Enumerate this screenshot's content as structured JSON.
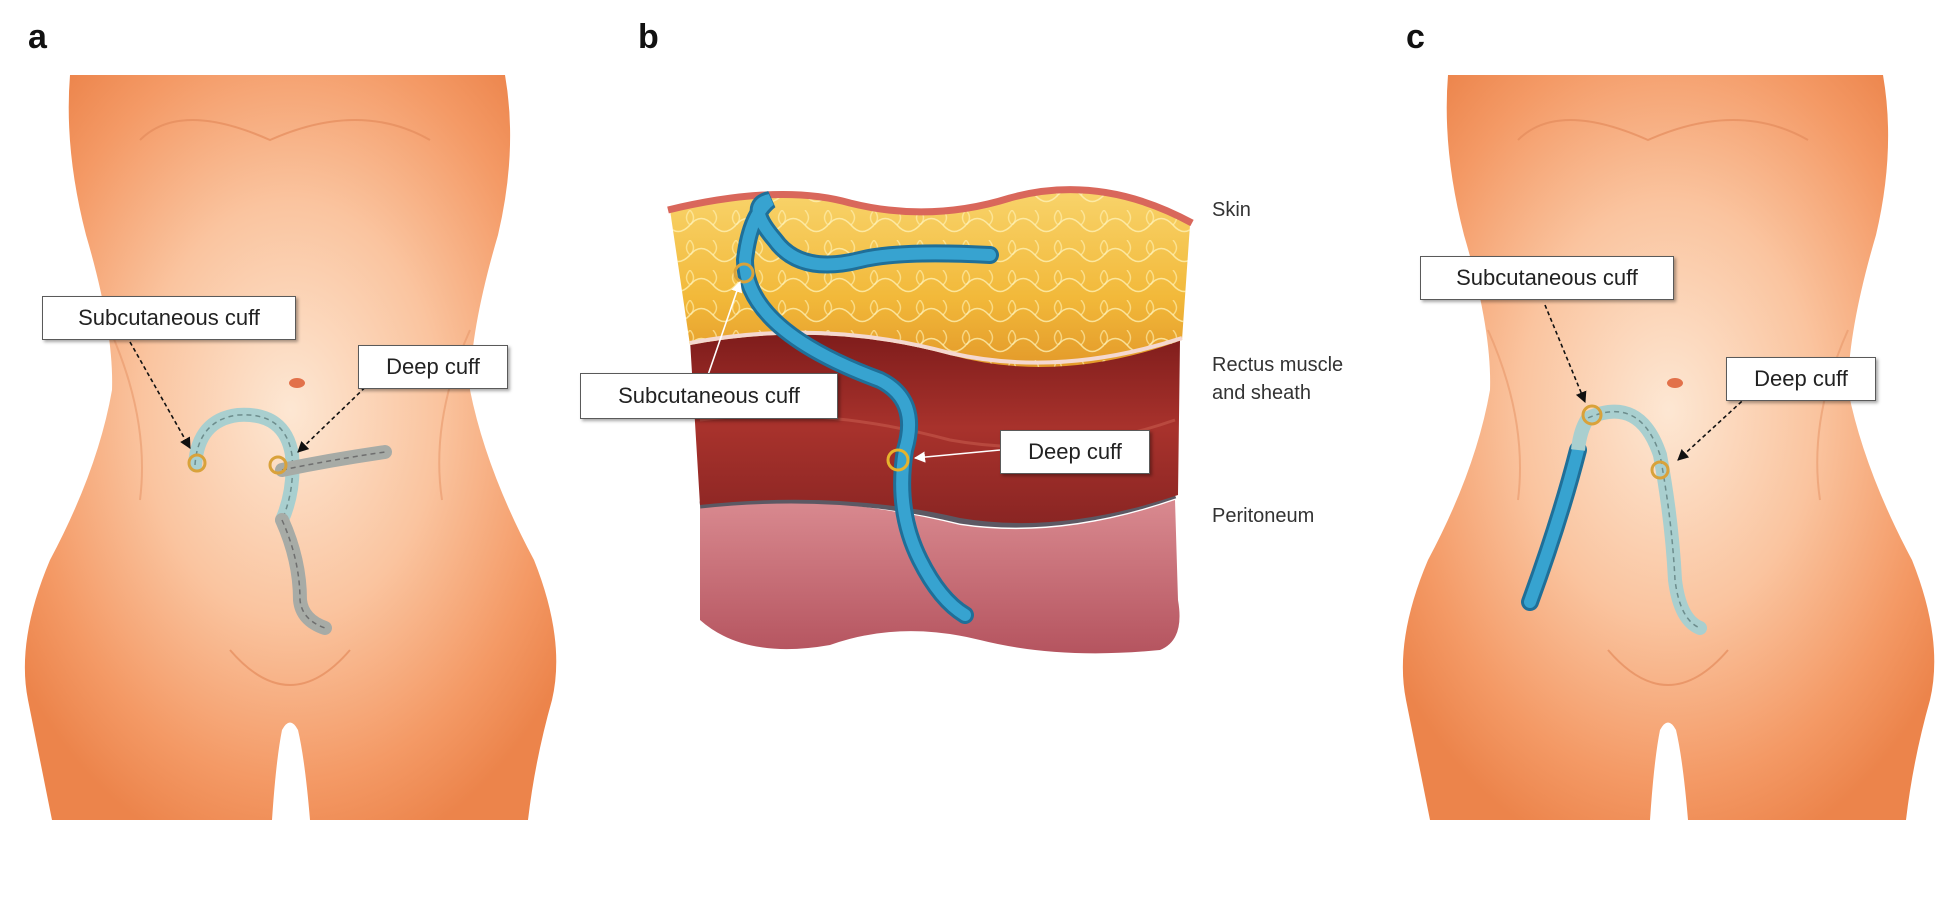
{
  "panels": {
    "a": {
      "letter": "a",
      "callouts": {
        "subcutaneous_cuff": "Subcutaneous cuff",
        "deep_cuff": "Deep cuff"
      }
    },
    "b": {
      "letter": "b",
      "callouts": {
        "subcutaneous_cuff": "Subcutaneous cuff",
        "deep_cuff": "Deep cuff"
      },
      "layers": {
        "skin": "Skin",
        "rectus_line1": "Rectus muscle",
        "rectus_line2": "and sheath",
        "peritoneum": "Peritoneum"
      }
    },
    "c": {
      "letter": "c",
      "callouts": {
        "subcutaneous_cuff": "Subcutaneous cuff",
        "deep_cuff": "Deep cuff"
      }
    }
  },
  "colors": {
    "skin_light": "#fde3cc",
    "skin_mid": "#f8b98c",
    "skin_dark": "#ef8f58",
    "catheter_blue": "#2f95c4",
    "catheter_ghost": "#a9cfcf",
    "catheter_gray": "#a7aba6",
    "cuff_gold": "#d9a23a",
    "fat_yellow": "#f6c23e",
    "muscle_red": "#9c2a27",
    "peritoneum_pink": "#c9707a"
  }
}
